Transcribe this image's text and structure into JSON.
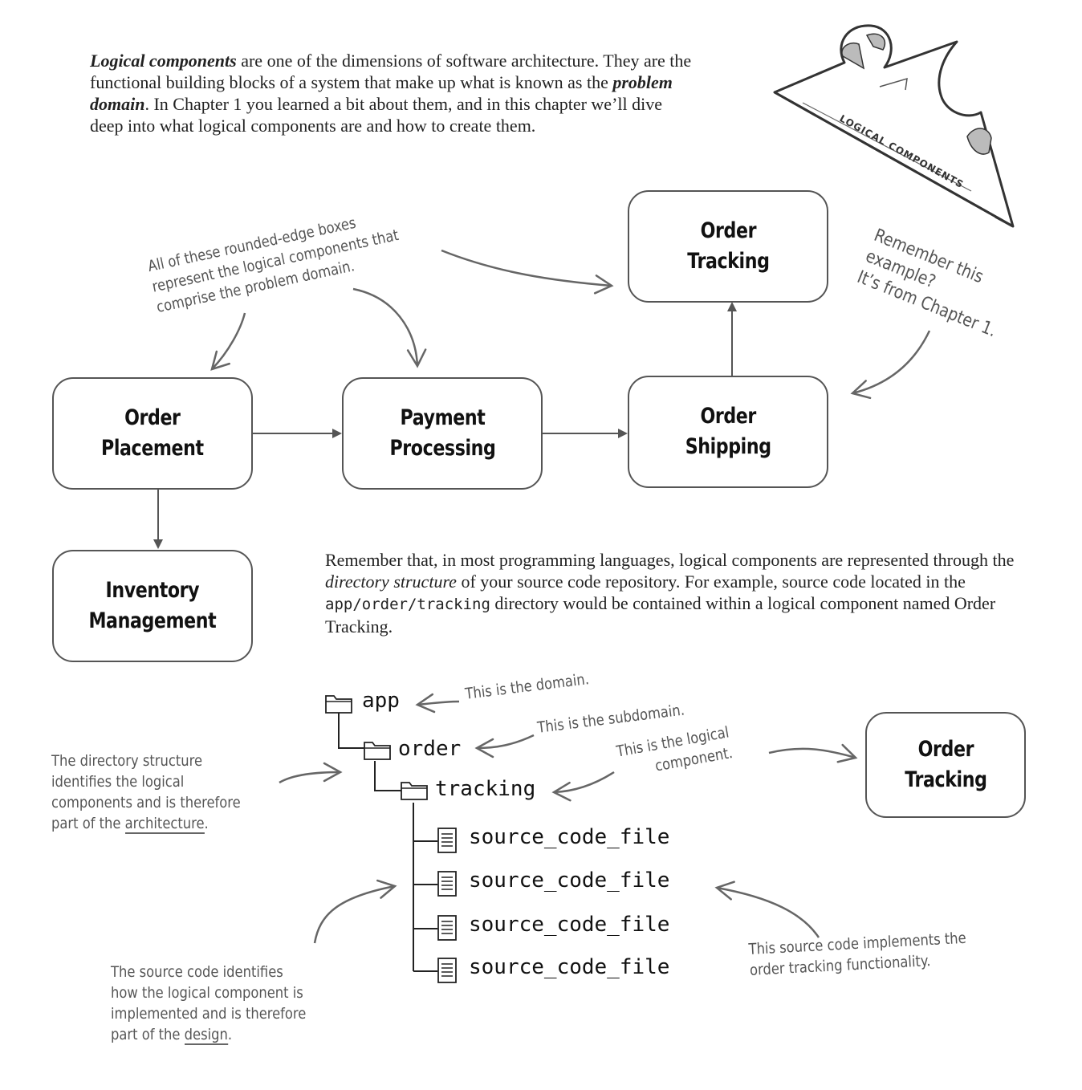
{
  "intro": {
    "lead": "Logical components",
    "text1": " are one of the dimensions of software architecture. They are the functional building blocks of a system that make up what is known as the ",
    "term": "problem domain",
    "text2": ". In Chapter 1 you learned a bit about them, and in this chapter we’ll dive deep into what logical components are and how to create them."
  },
  "puzzle": {
    "label": "LOGICAL COMPONENTS"
  },
  "diagram": {
    "boxes": {
      "order_tracking": "Order\nTracking",
      "order_placement": "Order\nPlacement",
      "payment_processing": "Payment\nProcessing",
      "order_shipping": "Order\nShipping",
      "inventory_management": "Inventory\nManagement"
    },
    "notes": {
      "rounded_boxes": "All of these rounded-edge boxes\nrepresent the logical components that\ncomprise the problem domain.",
      "remember": "Remember this example?\nIt’s from Chapter 1."
    }
  },
  "paragraph2": {
    "text1": "Remember that, in most programming languages, logical components are represented through the ",
    "emph": "directory structure",
    "text2": " of your source code repository. For example, source code located in the ",
    "code": "app/order/tracking",
    "text3": " directory would be contained within a logical component named Order Tracking."
  },
  "tree": {
    "app": "app",
    "order": "order",
    "tracking": "tracking",
    "files": [
      "source_code_file",
      "source_code_file",
      "source_code_file",
      "source_code_file"
    ]
  },
  "tree_notes": {
    "domain": "This is the domain.",
    "subdomain": "This is the subdomain.",
    "component": "This is the logical\ncomponent.",
    "directory_pre": "The directory structure\nidentifies the logical\ncomponents and is therefore\npart of the ",
    "directory_u": "architecture",
    "source_pre": "The source code identifies\nhow the logical component is\nimplemented and is therefore\npart of the ",
    "source_u": "design",
    "implements": "This source code implements the\norder tracking functionality."
  },
  "tracking_box": "Order\nTracking"
}
